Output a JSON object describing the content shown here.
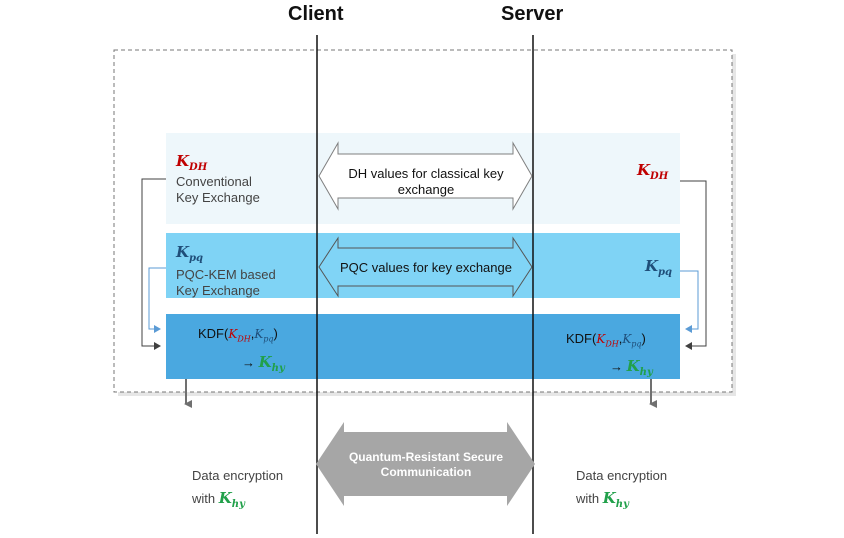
{
  "header": {
    "client": "Client",
    "server": "Server"
  },
  "rows": {
    "conventional": {
      "key_base": "K",
      "key_sub": "DH",
      "label_line1": "Conventional",
      "label_line2": "Key Exchange",
      "message_line1": "DH values for classical key",
      "message_line2": "exchange",
      "server_key_base": "K",
      "server_key_sub": "DH"
    },
    "pqc": {
      "key_base": "K",
      "key_sub": "pq",
      "label_line1": "PQC-KEM based",
      "label_line2": "Key Exchange",
      "message": "PQC values for key exchange",
      "server_key_base": "K",
      "server_key_sub": "pq"
    },
    "kdf": {
      "prefix": "KDF(",
      "arg1_base": "K",
      "arg1_sub": "DH",
      "comma": ",",
      "arg2_base": "K",
      "arg2_sub": "pq",
      "suffix": ")",
      "arrow": "→",
      "out_base": "K",
      "out_sub": "hy"
    }
  },
  "channel": {
    "line1": "Quantum-Resistant Secure",
    "line2": "Communication"
  },
  "footer": {
    "line1": "Data encryption",
    "with": "with",
    "key_base": "K",
    "key_sub": "hy"
  },
  "colors": {
    "conventional_band": "#eef7fb",
    "pqc_band": "#7fd3f5",
    "kdf_band": "#4aa8e0",
    "dh_key": "#c00000",
    "pq_key": "#1f4e79",
    "hy_key": "#21a04a",
    "channel_arrow": "#a6a6a6",
    "connector": "#404040",
    "pq_connector": "#5b9bd5"
  }
}
